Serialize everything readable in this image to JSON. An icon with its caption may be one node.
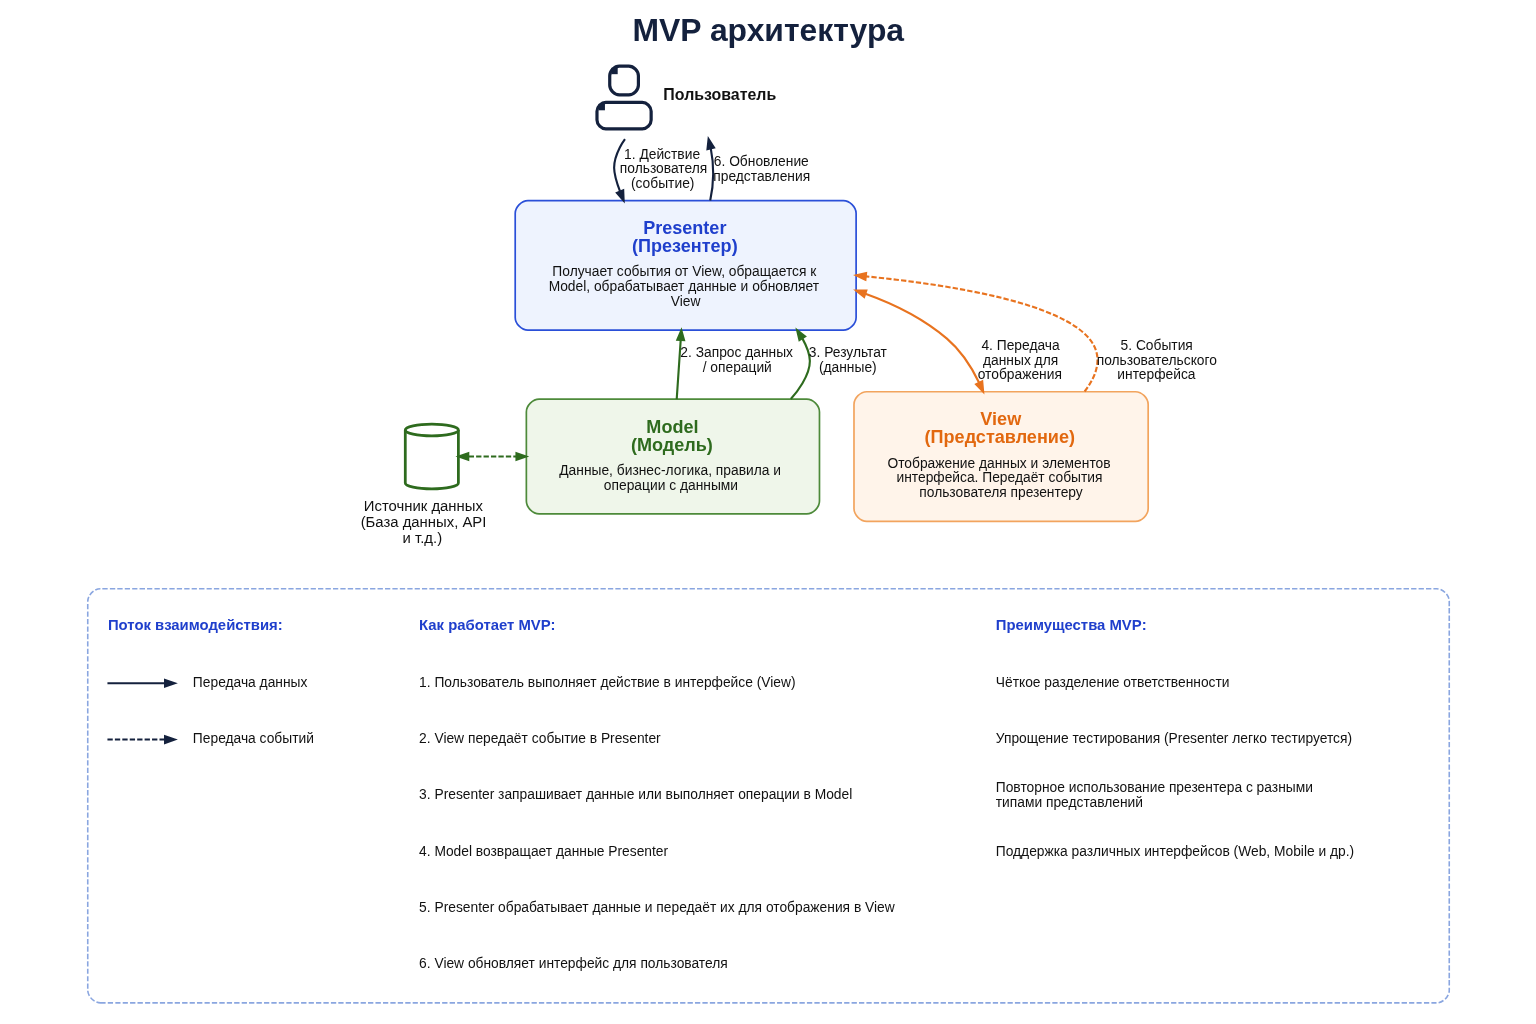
{
  "diagram": {
    "title": "MVP архитектура",
    "nodes": [
      {
        "text": [],
        "shape": "person",
        "beside": [
          "Пользователь"
        ]
      },
      {
        "text": [
          "Presenter (Презентер)",
          "Получает события от View, обращается к Model, обрабатывает данные и обновляет View"
        ]
      },
      {
        "text": [],
        "shape": "cylinder",
        "beside": [
          "Источник данных (База данных, API и т.д.)"
        ]
      },
      {
        "text": [
          "Model (Модель)",
          "Данные, бизнес-логика, правила и операции с данными"
        ]
      },
      {
        "text": [
          "View (Представление)",
          "Отображение данных и элементов интерфейса. Передаёт события пользователя презентеру"
        ]
      },
      {
        "text": [],
        "shape": "box"
      }
    ],
    "edges": [
      {
        "from": 0,
        "to": 1,
        "arrow": "to",
        "label": "1. Действие пользователя (событие)"
      },
      {
        "from": 1,
        "to": 0,
        "arrow": "to",
        "label": "6. Обновление представления"
      },
      {
        "from": 3,
        "to": 1,
        "arrow": "to",
        "label": "2. Запрос данных / операций",
        "color": "#2e6b1e"
      },
      {
        "from": 3,
        "to": 1,
        "arrow": "to",
        "label": "3. Результат (данные)",
        "color": "#2e6b1e"
      },
      {
        "from": 4,
        "to": 1,
        "arrow": "to",
        "label": "5. События пользовательского интерфейса",
        "style": "dashed",
        "color": "#e8731f"
      },
      {
        "from": 1,
        "to": 4,
        "arrow": "both",
        "label": "4. Передача данных для отображения",
        "color": "#e8731f"
      },
      {
        "from": 2,
        "to": 3,
        "arrow": "both",
        "style": "dashed",
        "color": "#2e6b1e"
      }
    ],
    "labels": [
      "Поток взаимодействия:",
      "Как работает MVP:",
      "1. Пользователь выполняет действие в интерфейсе (View)",
      "2. View передаёт событие в Presenter",
      "3. Presenter запрашивает данные или выполняет операции в Model",
      "4. Model возвращает данные Presenter",
      "5. Presenter обрабатывает данные и передаёт их для отображения в View",
      "6. View обновляет интерфейс для пользователя",
      "Преимущества MVP:",
      "Чёткое разделение ответственности",
      "Упрощение тестирования (Presenter легко тестируется)",
      "Повторное использование презентера с разными типами представлений",
      "Поддержка различных интерфейсов (Web, Mobile и др.)"
    ],
    "legend": [
      {
        "text": "Передача данных"
      },
      {
        "text": "Передача событий"
      }
    ]
  }
}
